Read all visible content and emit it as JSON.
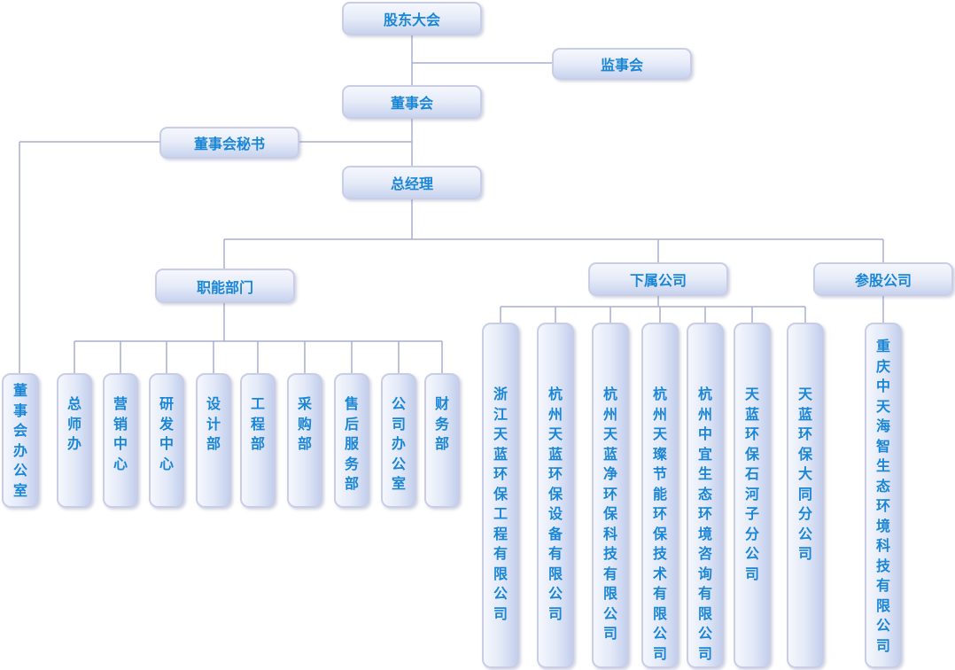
{
  "org": {
    "shareholders": "股东大会",
    "supervisors": "监事会",
    "board": "董事会",
    "secretary": "董事会秘书",
    "gm": "总经理",
    "functional": "职能部门",
    "subsidiaries": "下属公司",
    "equity": "参股公司",
    "board_office": "董事会办公室",
    "departments": [
      "总师办",
      "营销中心",
      "研发中心",
      "设计部",
      "工程部",
      "采购部",
      "售后服务部",
      "公司办公室",
      "财务部"
    ],
    "subsidiary_list": [
      "浙江天蓝环保工程有限公司",
      "杭州天蓝环保设备有限公司",
      "杭州天蓝净环保科技有限公司",
      "杭州天璨节能环保技术有限公司",
      "杭州中宜生态环境咨询有限公司",
      "天蓝环保石河子分公司",
      "天蓝环保大同分公司"
    ],
    "equity_list": [
      "重庆中天海智生态环境科技有限公司"
    ]
  },
  "colors": {
    "text": "#1a86d6",
    "border": "#c9cde6",
    "line": "#a9aecd"
  }
}
